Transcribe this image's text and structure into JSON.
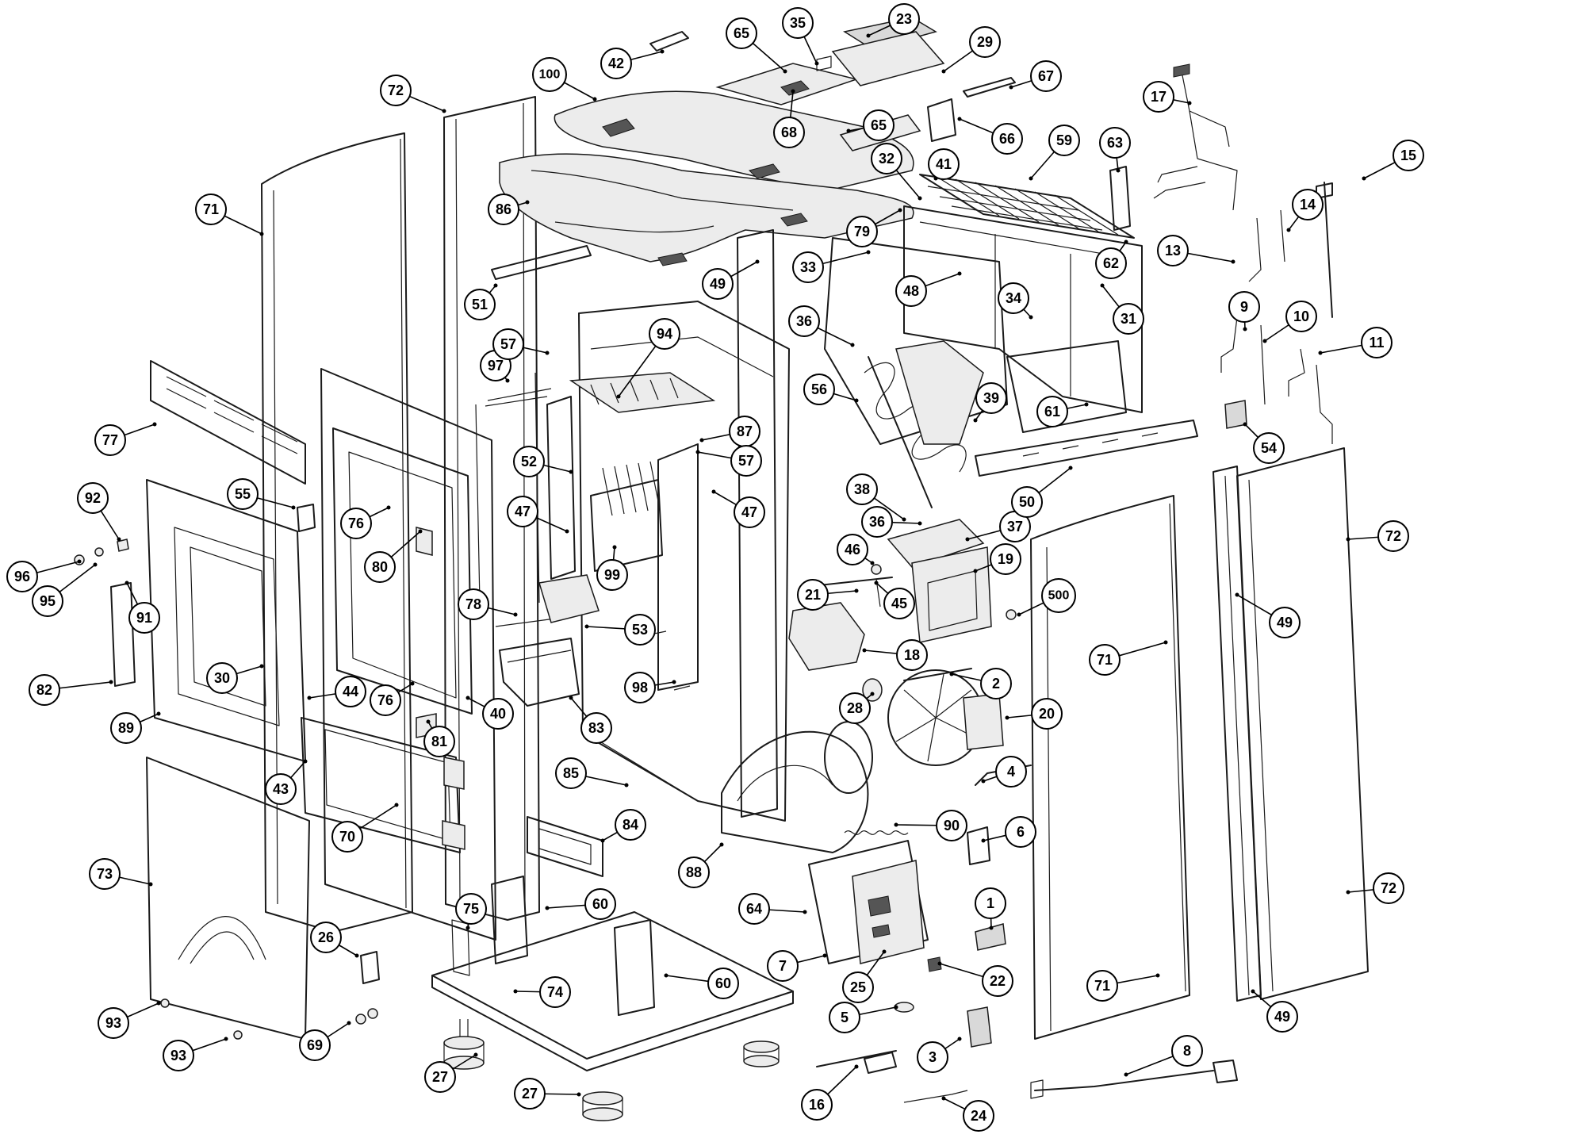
{
  "diagram": {
    "callouts": [
      "100",
      "72",
      "86",
      "71",
      "51",
      "49",
      "42",
      "65",
      "68",
      "35",
      "23",
      "29",
      "67",
      "66",
      "65",
      "32",
      "41",
      "59",
      "63",
      "17",
      "15",
      "14",
      "13",
      "62",
      "31",
      "79",
      "33",
      "48",
      "34",
      "36",
      "56",
      "39",
      "61",
      "9",
      "10",
      "11",
      "54",
      "77",
      "92",
      "96",
      "95",
      "91",
      "82",
      "55",
      "76",
      "80",
      "30",
      "89",
      "43",
      "44",
      "81",
      "40",
      "76",
      "70",
      "73",
      "93",
      "93",
      "69",
      "26",
      "97",
      "57",
      "94",
      "87",
      "57",
      "52",
      "47",
      "47",
      "99",
      "53",
      "78",
      "83",
      "98",
      "85",
      "84",
      "60",
      "60",
      "75",
      "74",
      "27",
      "27",
      "88",
      "90",
      "64",
      "7",
      "25",
      "22",
      "5",
      "3",
      "16",
      "24",
      "38",
      "36",
      "37",
      "46",
      "19",
      "21",
      "45",
      "18",
      "28",
      "20",
      "2",
      "4",
      "6",
      "1",
      "50",
      "500",
      "71",
      "71",
      "72",
      "72",
      "49",
      "49",
      "8"
    ]
  }
}
